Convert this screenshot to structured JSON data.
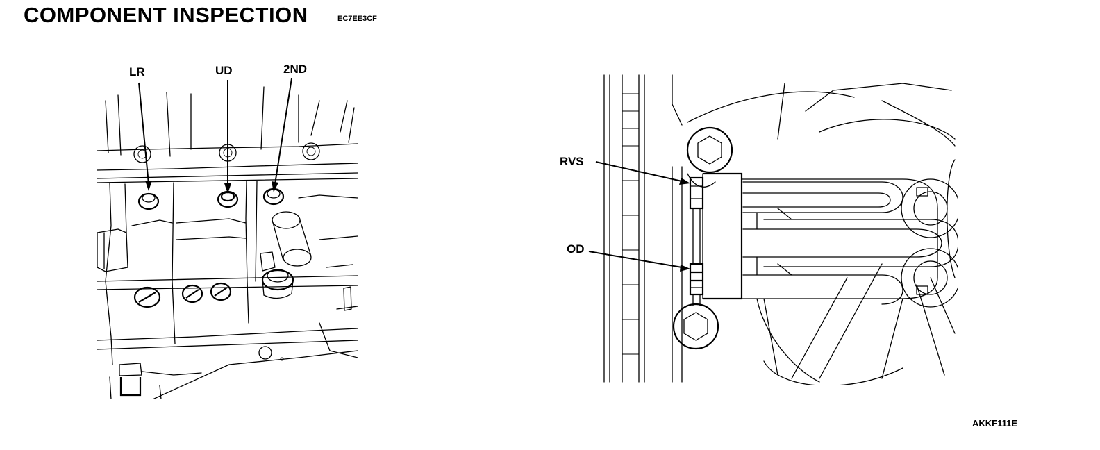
{
  "header": {
    "title": "COMPONENT INSPECTION",
    "code": "EC7EE3CF"
  },
  "left_figure": {
    "labels": {
      "lr": "LR",
      "ud": "UD",
      "second": "2ND"
    }
  },
  "right_figure": {
    "labels": {
      "rvs": "RVS",
      "od": "OD"
    }
  },
  "footer": {
    "figure_id": "AKKF111E"
  }
}
